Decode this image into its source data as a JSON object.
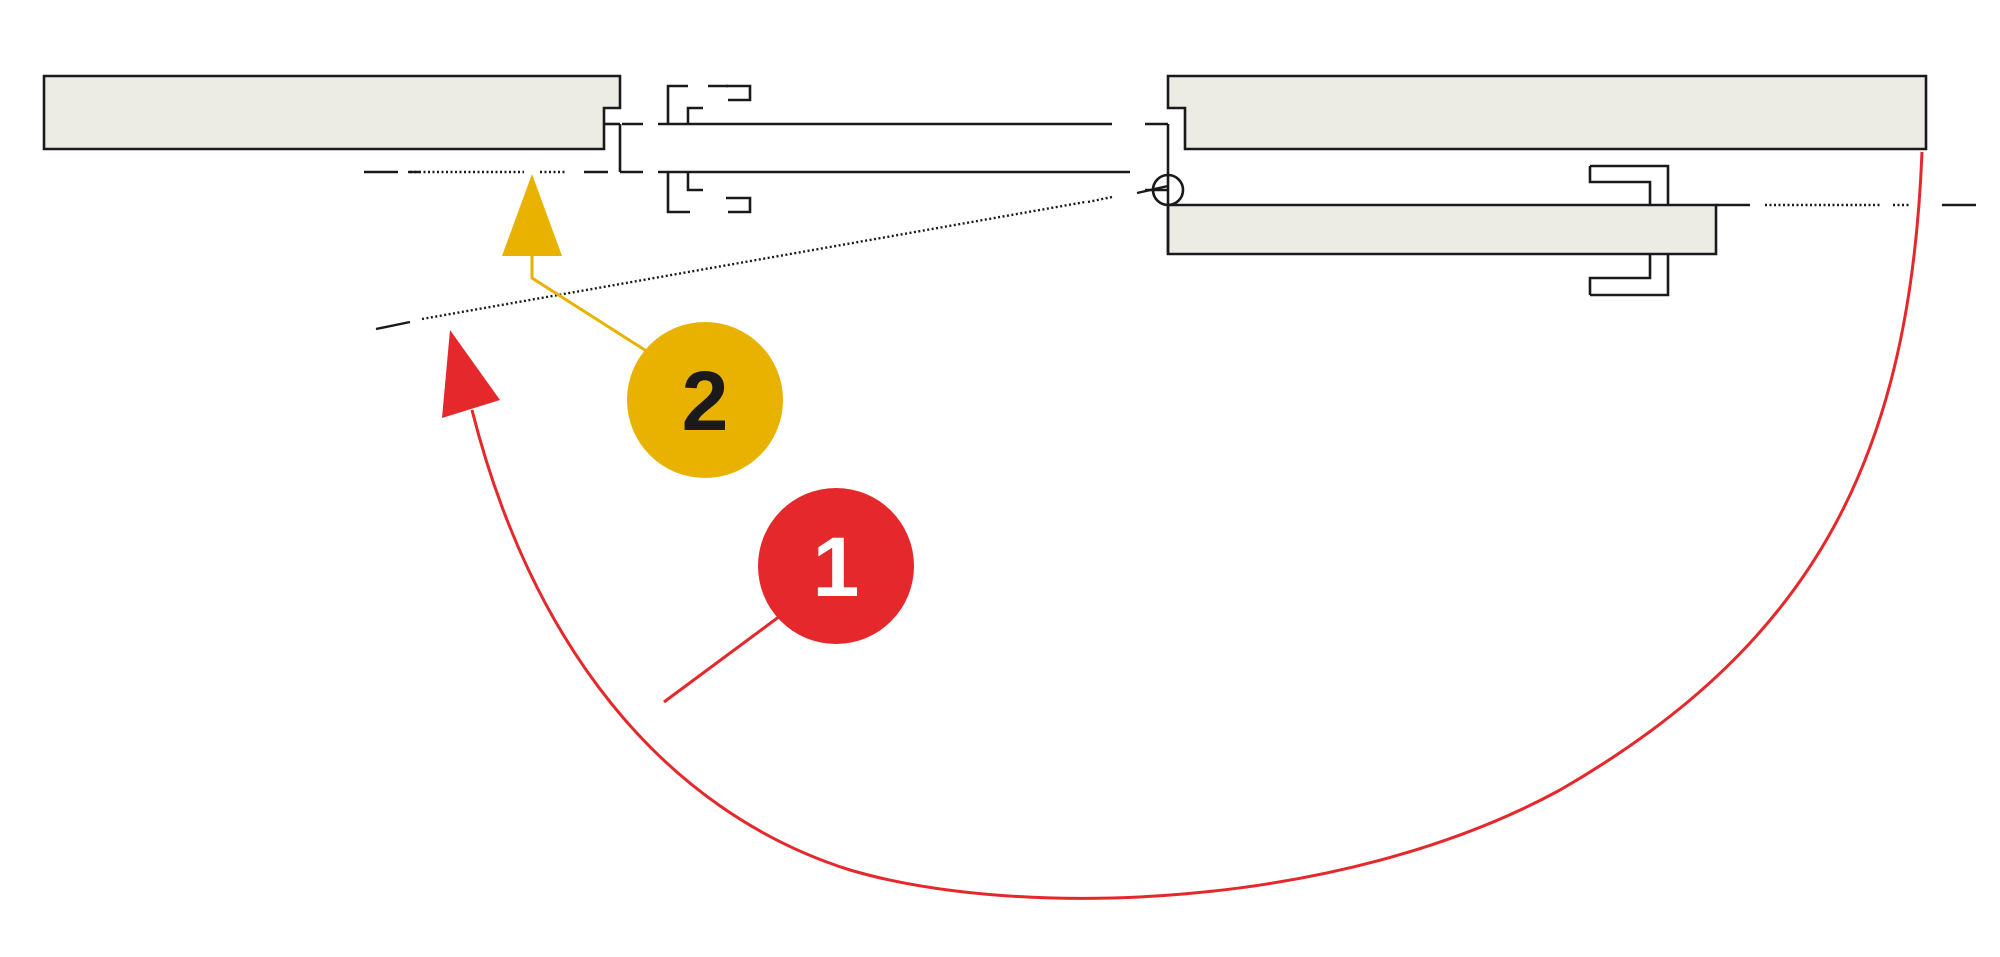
{
  "colors": {
    "background": "#ffffff",
    "panel_fill": "#ecebe4",
    "line": "#1a1a1a",
    "marker_1": "#e5282b",
    "marker_2": "#e9b200",
    "marker_1_text": "#ffffff",
    "marker_2_text": "#1a1a1a"
  },
  "markers": [
    {
      "id": "1",
      "label": "1"
    },
    {
      "id": "2",
      "label": "2"
    }
  ]
}
